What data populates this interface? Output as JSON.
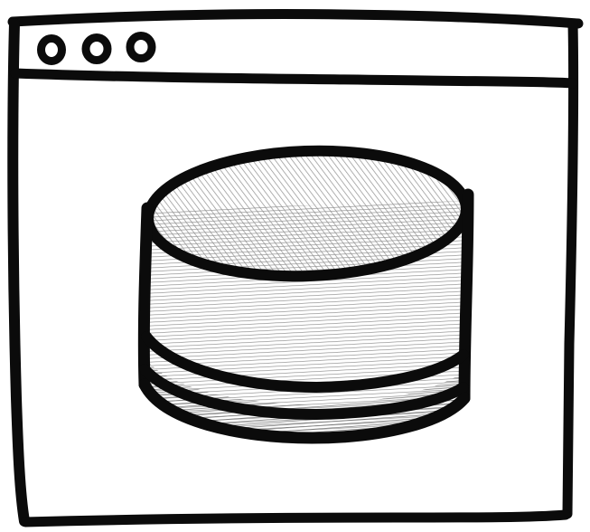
{
  "illustration": {
    "subject": "database-in-browser-window",
    "style": "hand-drawn-sketch"
  },
  "colors": {
    "ink": "#0b0b0b",
    "paper": "#ffffff",
    "hatch_light": "#9a9a9a",
    "hatch_dark": "#6a6a6a"
  },
  "window": {
    "control_dots": [
      "window-dot",
      "window-dot",
      "window-dot"
    ]
  },
  "database": {
    "icon": "database-cylinder-icon",
    "stack_rings": 2
  }
}
